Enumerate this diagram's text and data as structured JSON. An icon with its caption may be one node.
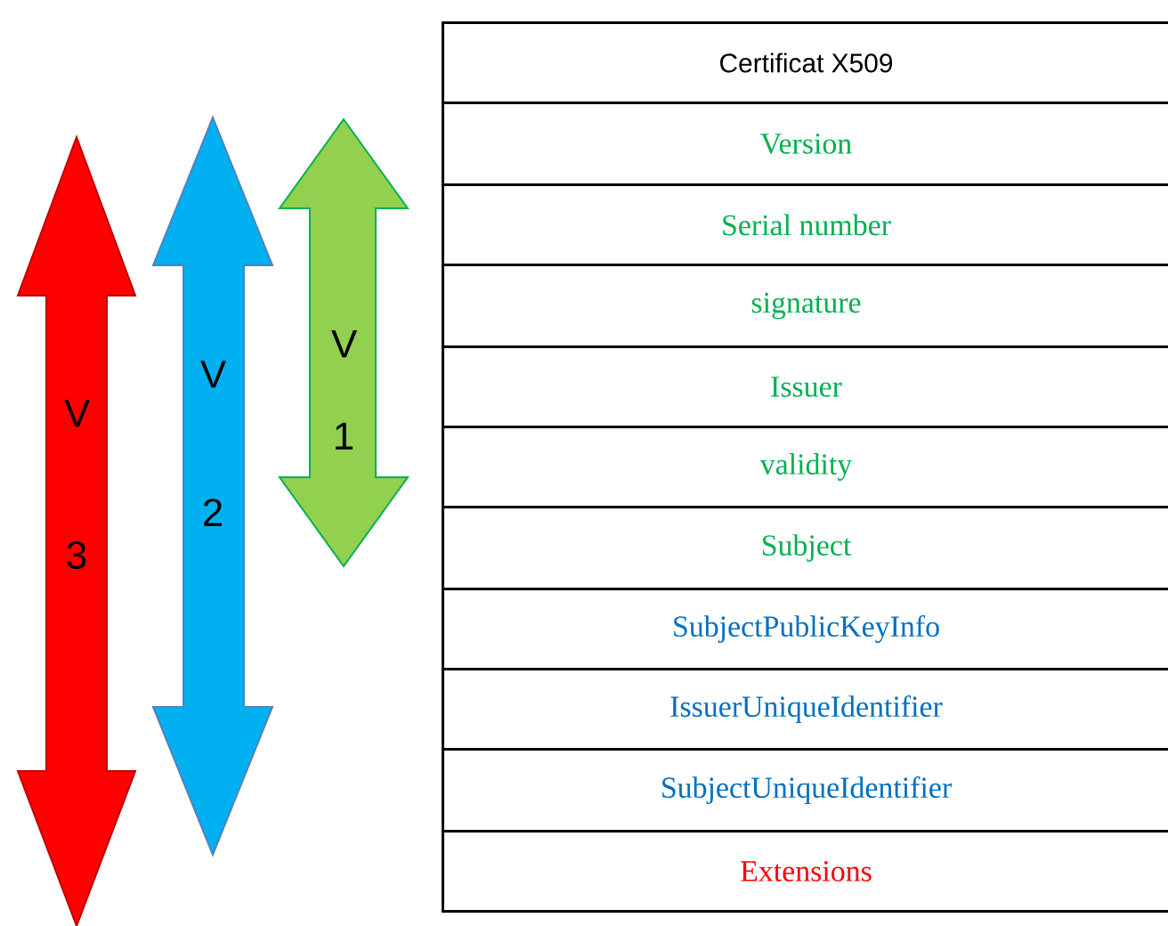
{
  "diagram": {
    "nodes": [
      {
        "text": [
          "V 3"
        ]
      },
      {
        "text": [
          "V 2"
        ]
      },
      {
        "text": [
          "V 1"
        ]
      },
      {
        "text": [
          "Certificat X509"
        ]
      },
      {
        "text": [
          "Version"
        ]
      },
      {
        "text": [
          "Serial number"
        ]
      },
      {
        "text": [
          "signature"
        ]
      },
      {
        "text": [
          "Issuer"
        ]
      },
      {
        "text": [
          "validity"
        ]
      },
      {
        "text": [
          "Subject"
        ]
      },
      {
        "text": [
          "SubjectPublicKeyInfo"
        ]
      },
      {
        "text": [
          "IssuerUniqueIdentifier"
        ]
      },
      {
        "text": [
          "SubjectUniqueIdentifier"
        ]
      },
      {
        "text": [
          "Extensions"
        ]
      }
    ]
  }
}
